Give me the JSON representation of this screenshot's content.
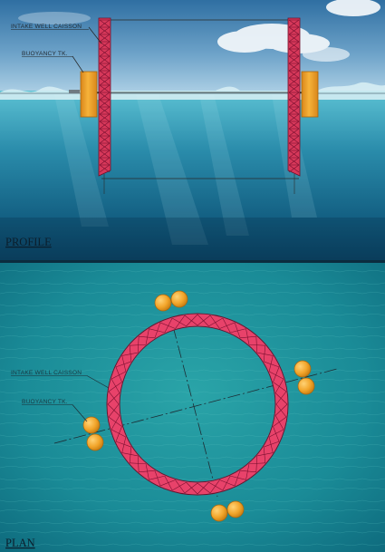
{
  "profile": {
    "title": "PROFILE",
    "labels": {
      "caisson": "INTAKE WELL CAISSON",
      "buoyancy": "BUOYANCY TK."
    }
  },
  "plan": {
    "title": "PLAN",
    "labels": {
      "caisson": "INTAKE WELL CAISSON",
      "buoyancy": "BUOYANCY TK."
    }
  },
  "colors": {
    "caisson_red": "#d7385a",
    "caisson_ring": "#e8426a",
    "truss_line": "#7a1030",
    "tank_orange": "#f0a524",
    "tank_edge": "#a8650e",
    "sea_top": "#4fb5c8",
    "sea_deep": "#0b4f6e"
  },
  "icons": {
    "tank": "buoyancy-tank-icon",
    "caisson": "caisson-icon"
  }
}
